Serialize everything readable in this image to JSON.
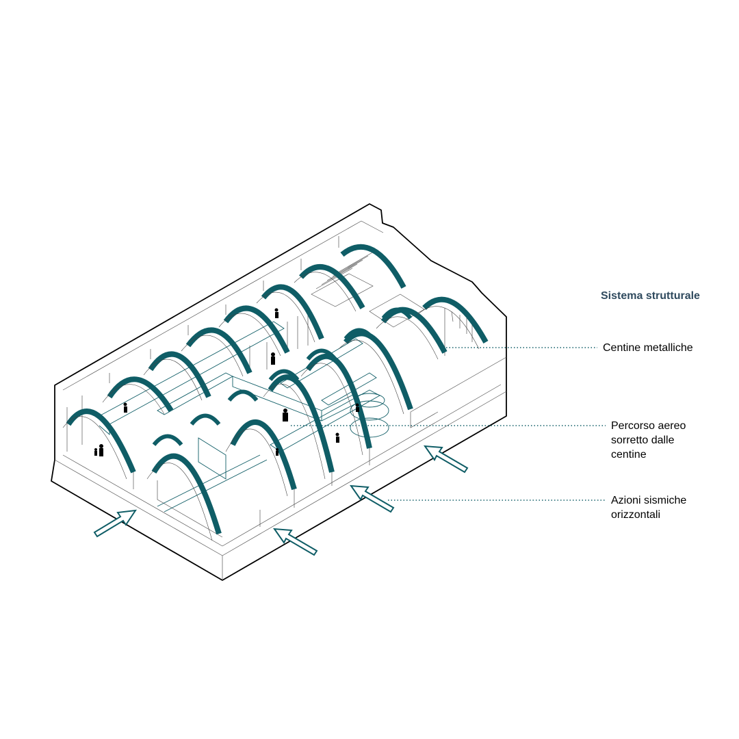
{
  "legend": {
    "title": "Sistema strutturale",
    "items": [
      {
        "lines": [
          "Centine metalliche"
        ]
      },
      {
        "lines": [
          "Percorso aereo",
          "sorretto dalle",
          "centine"
        ]
      },
      {
        "lines": [
          "Azioni sismiche",
          "orizzontali"
        ]
      }
    ]
  },
  "colors": {
    "accent": "#0f5d66",
    "title": "#2f4a5e",
    "outline": "#000000",
    "thin_line": "#555555"
  },
  "icons": [
    "arrow-icon",
    "person-icon"
  ]
}
